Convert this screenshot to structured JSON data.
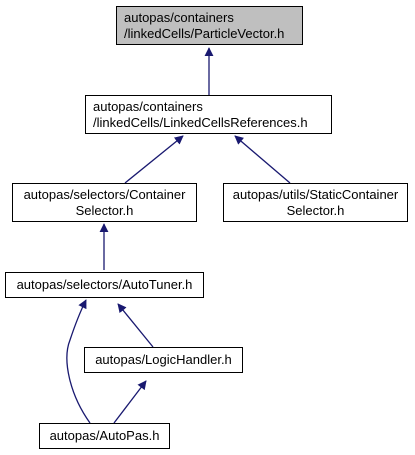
{
  "colors": {
    "edge": "#191970",
    "node_fill": "#ffffff",
    "highlight_fill": "#bfbfbf",
    "border": "#000000"
  },
  "nodes": {
    "particle_vector": {
      "line1": "autopas/containers",
      "line2": "/linkedCells/ParticleVector.h",
      "highlighted": true
    },
    "linked_cells_references": {
      "line1": "autopas/containers",
      "line2": "/linkedCells/LinkedCellsReferences.h"
    },
    "container_selector": {
      "line1": "autopas/selectors/Container",
      "line2": "Selector.h"
    },
    "static_container_selector": {
      "line1": "autopas/utils/StaticContainer",
      "line2": "Selector.h"
    },
    "auto_tuner": {
      "line1": "autopas/selectors/AutoTuner.h"
    },
    "logic_handler": {
      "line1": "autopas/LogicHandler.h"
    },
    "auto_pas": {
      "line1": "autopas/AutoPas.h"
    }
  },
  "edges": [
    {
      "from": "linked_cells_references",
      "to": "particle_vector"
    },
    {
      "from": "container_selector",
      "to": "linked_cells_references"
    },
    {
      "from": "static_container_selector",
      "to": "linked_cells_references"
    },
    {
      "from": "auto_tuner",
      "to": "container_selector"
    },
    {
      "from": "auto_pas",
      "to": "auto_tuner"
    },
    {
      "from": "logic_handler",
      "to": "auto_tuner"
    },
    {
      "from": "auto_pas",
      "to": "logic_handler"
    }
  ]
}
